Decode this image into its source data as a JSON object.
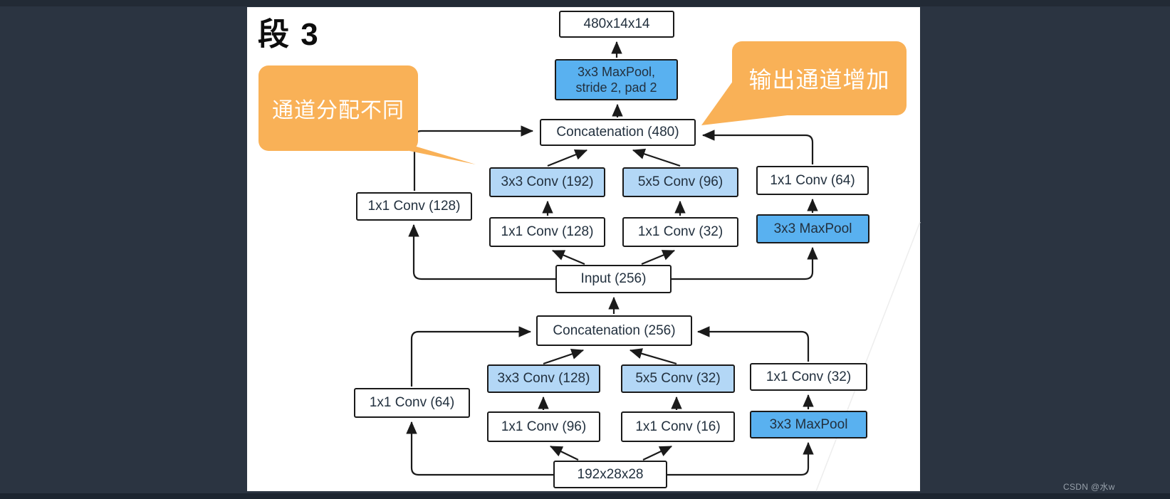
{
  "page": {
    "title": "段 3",
    "watermark": "CSDN @水w"
  },
  "colors": {
    "background": "#2b3441",
    "panel": "#ffffff",
    "pool_blue": "#59b1f0",
    "conv_blue": "#b3d7f6",
    "callout_orange": "#f9b157",
    "line": "#1a1a1a",
    "box_text": "#22303e"
  },
  "callouts": {
    "left": "通道分配不同",
    "right": "输出通道增加"
  },
  "diagram": {
    "boxes": [
      {
        "label": "480x14x14"
      },
      {
        "label": "3x3 MaxPool,\nstride 2, pad 2"
      },
      {
        "label": "Concatenation (480)"
      },
      {
        "label": "3x3 Conv (192)"
      },
      {
        "label": "5x5 Conv (96)"
      },
      {
        "label": "1x1 Conv (64)"
      },
      {
        "label": "1x1 Conv (128)"
      },
      {
        "label": "1x1 Conv (128)"
      },
      {
        "label": "1x1 Conv (32)"
      },
      {
        "label": "3x3 MaxPool"
      },
      {
        "label": "Input (256)"
      },
      {
        "label": "Concatenation (256)"
      },
      {
        "label": "3x3 Conv (128)"
      },
      {
        "label": "5x5 Conv (32)"
      },
      {
        "label": "1x1 Conv (32)"
      },
      {
        "label": "1x1 Conv (64)"
      },
      {
        "label": "1x1 Conv (96)"
      },
      {
        "label": "1x1 Conv (16)"
      },
      {
        "label": "3x3 MaxPool"
      },
      {
        "label": "192x28x28"
      }
    ]
  }
}
